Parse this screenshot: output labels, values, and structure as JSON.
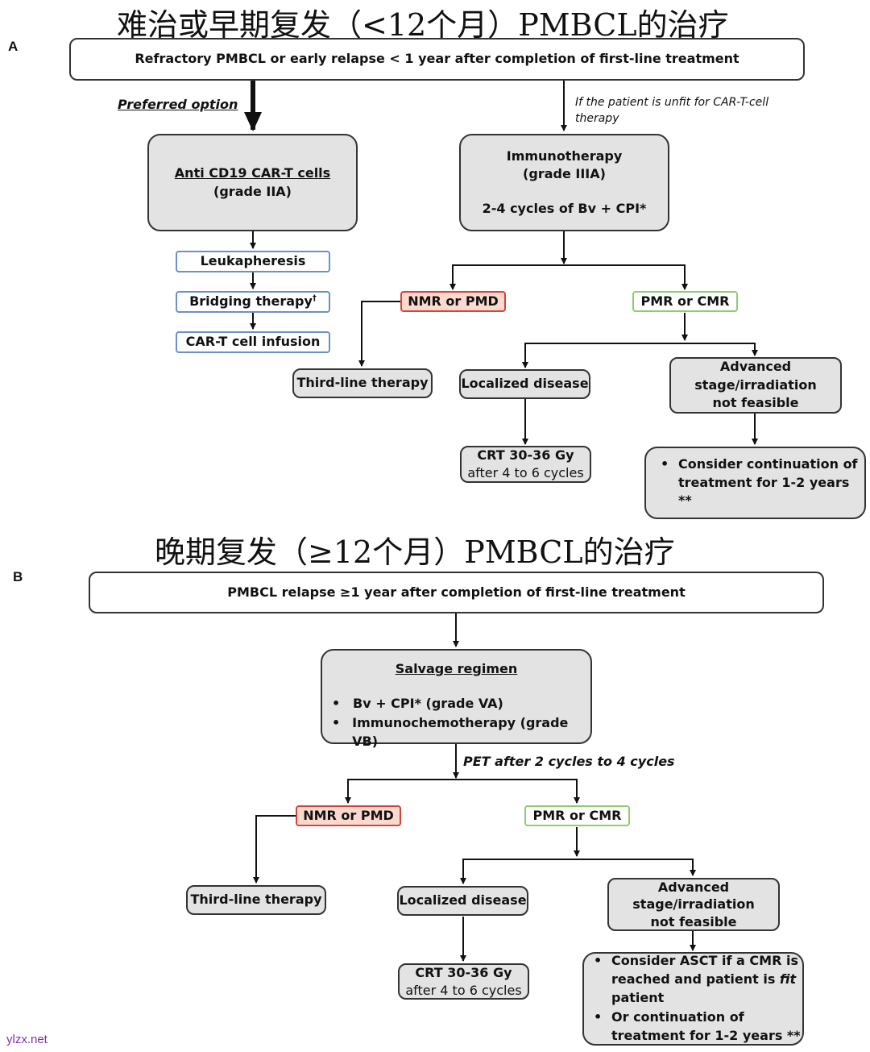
{
  "titles": {
    "top": "难治或早期复发（<12个月）PMBCL的治疗",
    "bottom": "晚期复发（≥12个月）PMBCL的治疗"
  },
  "panel_a": {
    "label": "A",
    "header": "Refractory PMBCL or early relapse < 1 year after completion of first-line treatment",
    "preferred_option": "Preferred option",
    "unfit_note": "If the patient is unfit for CAR-T-cell therapy",
    "car_t": {
      "title": "Anti CD19 CAR-T cells",
      "grade": "(grade IIA)"
    },
    "steps": [
      "Leukapheresis",
      "Bridging therapy",
      "CAR-T cell infusion"
    ],
    "bridging_mark": "†",
    "immuno": {
      "title": "Immunotherapy",
      "grade": "(grade IIIA)",
      "cycles": "2-4 cycles of Bv + CPI*"
    },
    "nmr": "NMR or PMD",
    "pmr": "PMR or CMR",
    "third_line": "Third-line therapy",
    "localized": "Localized disease",
    "advanced": "Advanced stage/irradiation not feasible",
    "crt": {
      "title": "CRT 30-36 Gy",
      "sub": "after 4 to 6 cycles"
    },
    "consider": "Consider continuation of treatment for 1-2 years **"
  },
  "panel_b": {
    "label": "B",
    "header": "PMBCL relapse ≥1 year after completion of first-line treatment",
    "salvage": {
      "title": "Salvage regimen",
      "items": [
        "Bv + CPI* (grade VA)",
        "Immunochemotherapy (grade VB)"
      ]
    },
    "pet_note": "PET after 2 cycles to 4 cycles",
    "nmr": "NMR or PMD",
    "pmr": "PMR or CMR",
    "third_line": "Third-line therapy",
    "localized": "Localized disease",
    "advanced": "Advanced stage/irradiation not feasible",
    "crt": {
      "title": "CRT 30-36 Gy",
      "sub": "after 4 to 6 cycles"
    },
    "consider": {
      "item1_a": "Consider ASCT if a CMR is reached and patient is ",
      "item1_fit": "fit",
      "item1_b": " patient",
      "item2": "Or continuation of treatment for 1-2 years **"
    }
  },
  "watermark": "ylzx.net",
  "colors": {
    "box_fill": "#e3e3e3",
    "blue_border": "#6b8fc7",
    "red_border": "#d2453a",
    "red_fill": "#fbd9cf",
    "green_border": "#8fcc6e"
  }
}
